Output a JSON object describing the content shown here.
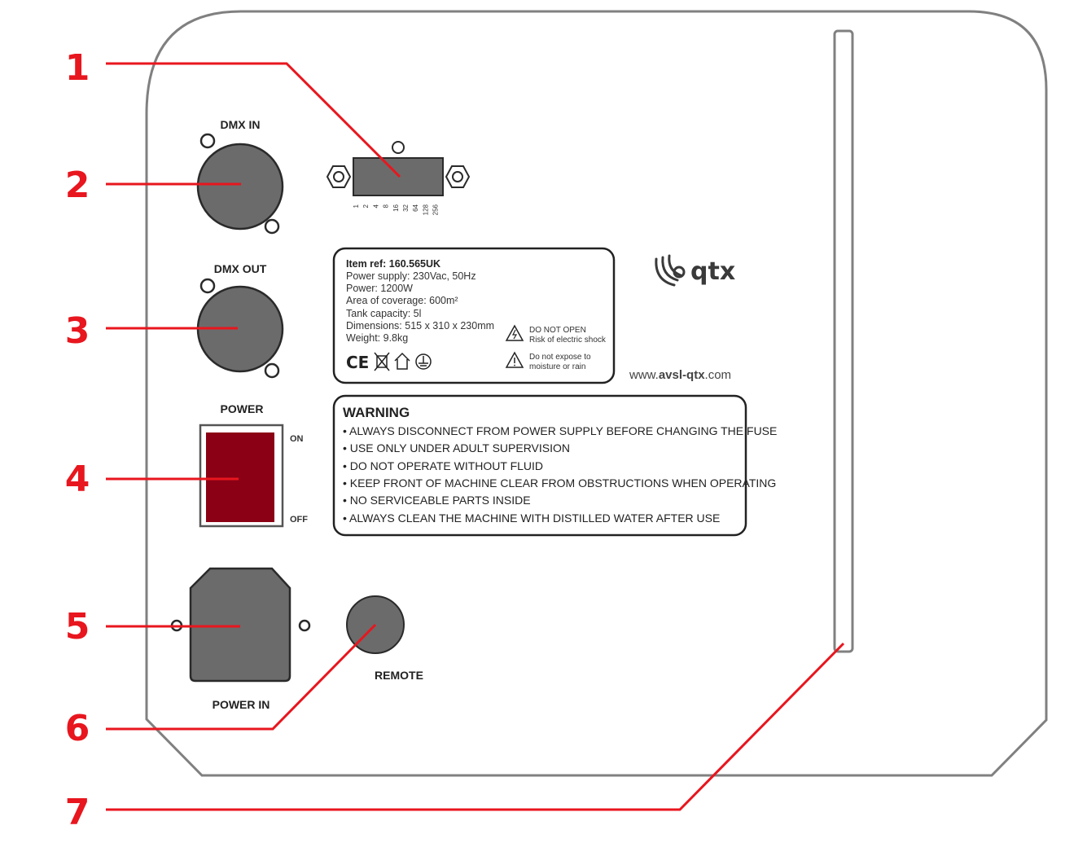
{
  "connectors": {
    "dmx_in": "DMX IN",
    "dmx_out": "DMX OUT",
    "power": "POWER",
    "switch_on": "ON",
    "switch_off": "OFF",
    "power_in": "POWER IN",
    "remote": "REMOTE"
  },
  "dip_switch": {
    "values": [
      "1",
      "2",
      "4",
      "8",
      "16",
      "32",
      "64",
      "128",
      "256"
    ]
  },
  "spec_label": {
    "item_ref": "Item ref: 160.565UK",
    "lines": [
      "Power supply: 230Vac, 50Hz",
      "Power: 1200W",
      "Area of coverage: 600m²",
      "Tank capacity: 5l",
      "Dimensions: 515 x 310 x 230mm",
      "Weight: 9.8kg"
    ],
    "notice1": [
      "DO NOT OPEN",
      "Risk of electric shock"
    ],
    "notice2": [
      "Do not expose to",
      "moisture or rain"
    ],
    "marks": "CE"
  },
  "brand": {
    "name": "qtx",
    "website_prefix": "www.",
    "website_bold": "avsl-qtx",
    "website_suffix": ".com"
  },
  "warning": {
    "title": "WARNING",
    "items": [
      "• ALWAYS DISCONNECT FROM POWER SUPPLY BEFORE CHANGING THE FUSE",
      "• USE ONLY UNDER ADULT SUPERVISION",
      "• DO NOT OPERATE WITHOUT FLUID",
      "• KEEP FRONT OF MACHINE CLEAR FROM OBSTRUCTIONS WHEN OPERATING",
      "• NO SERVICEABLE PARTS INSIDE",
      "• ALWAYS CLEAN THE MACHINE WITH DISTILLED WATER AFTER USE"
    ]
  },
  "callouts": [
    "1",
    "2",
    "3",
    "4",
    "5",
    "6",
    "7"
  ],
  "colors": {
    "callout": "#e8161e",
    "switch": "#8b0014",
    "connector": "#6b6b6b",
    "outline": "#808080"
  }
}
